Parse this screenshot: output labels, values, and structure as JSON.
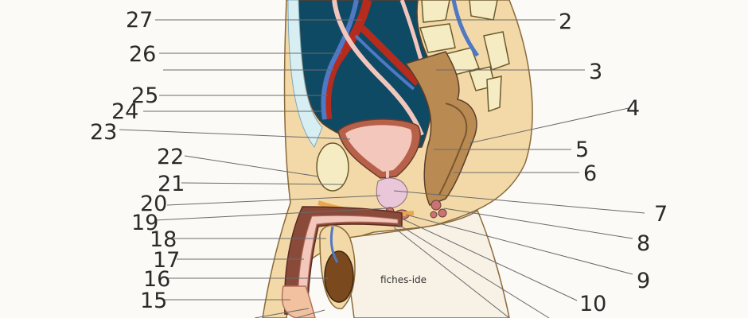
{
  "diagram": {
    "watermark": "fiches-ide",
    "labels_left": [
      "27",
      "26",
      "25",
      "24",
      "23",
      "22",
      "21",
      "20",
      "19",
      "18",
      "17",
      "16",
      "15"
    ],
    "labels_right": [
      "2",
      "3",
      "4",
      "5",
      "6",
      "7",
      "8",
      "9",
      "10"
    ],
    "colors": {
      "background": "#fbfaf6",
      "skin": "#f3d9a8",
      "body_cavity": "#0f4a64",
      "artery": "#b52b1e",
      "vein": "#4f78c5",
      "bone": "#f6ecc4",
      "bladder": "#f4c7bd",
      "rectum": "#b98b52",
      "prostate": "#e9c6d8",
      "fascia": "#eaa84d"
    }
  }
}
